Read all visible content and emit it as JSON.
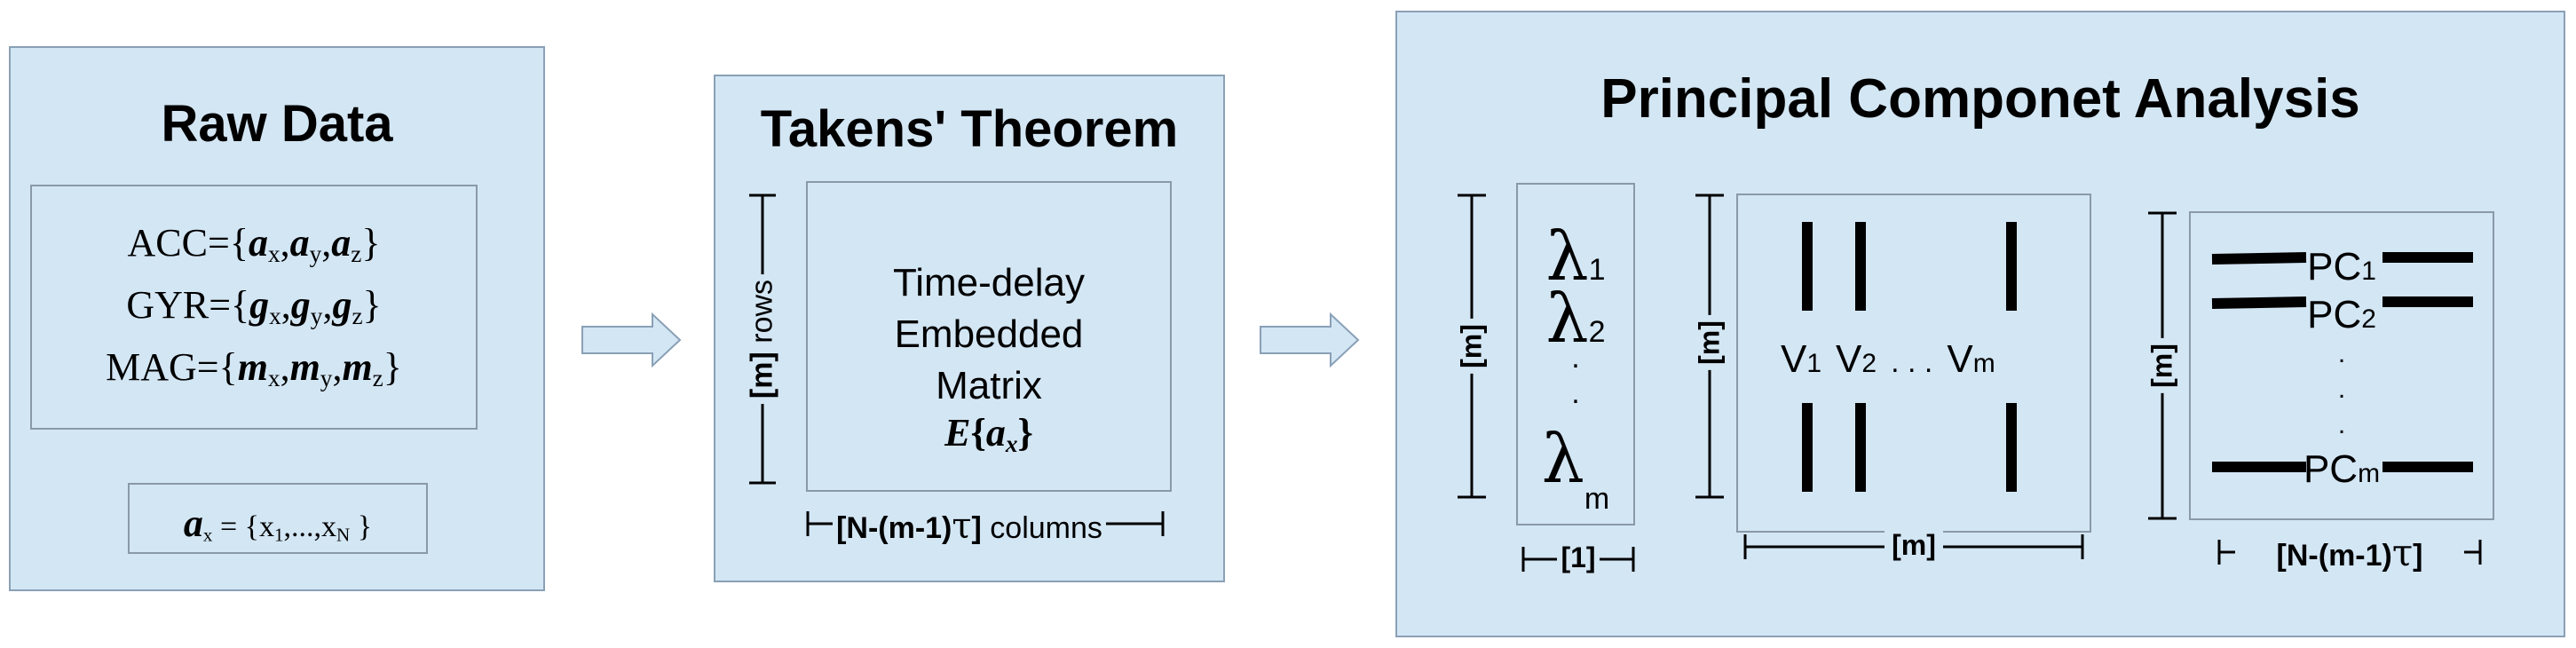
{
  "raw": {
    "title": "Raw Data",
    "acc_prefix": "ACC={",
    "gyr_prefix": "GYR={",
    "mag_prefix": "MAG={",
    "close": "}",
    "a": "a",
    "g": "g",
    "m": "m",
    "x": "x",
    "y": "y",
    "z": "z",
    "vec_eq": " = {",
    "x1": "x",
    "one": "1",
    "dots": ",...,",
    "xN": "x",
    "N": "N",
    "vec_close": " }"
  },
  "takens": {
    "title": "Takens' Theorem",
    "line1": "Time-delay",
    "line2": "Embedded",
    "line3": "Matrix",
    "E": "E",
    "brace_open": "{",
    "brace_close": "}",
    "rows_dim": "[m]",
    "rows_word": " rows",
    "cols_dim": "[N-(m-1)",
    "tau": "τ",
    "cols_close": "]",
    "cols_word": " columns"
  },
  "pca": {
    "title": "Principal Componet Analysis",
    "lambda": "λ",
    "l1": "1",
    "l2": "2",
    "lm": "m",
    "dot": ".",
    "V": "V",
    "v1": "1",
    "v2": "2",
    "vm": "m",
    "vdots": ". . .",
    "PC": "PC",
    "pc1": "1",
    "pc2": "2",
    "pcm": "m",
    "dim_m": "[m]",
    "dim_1": "[1]",
    "dim_cols_open": "[N-(m-1)",
    "dim_tau": "τ",
    "dim_cols_close": "]"
  }
}
